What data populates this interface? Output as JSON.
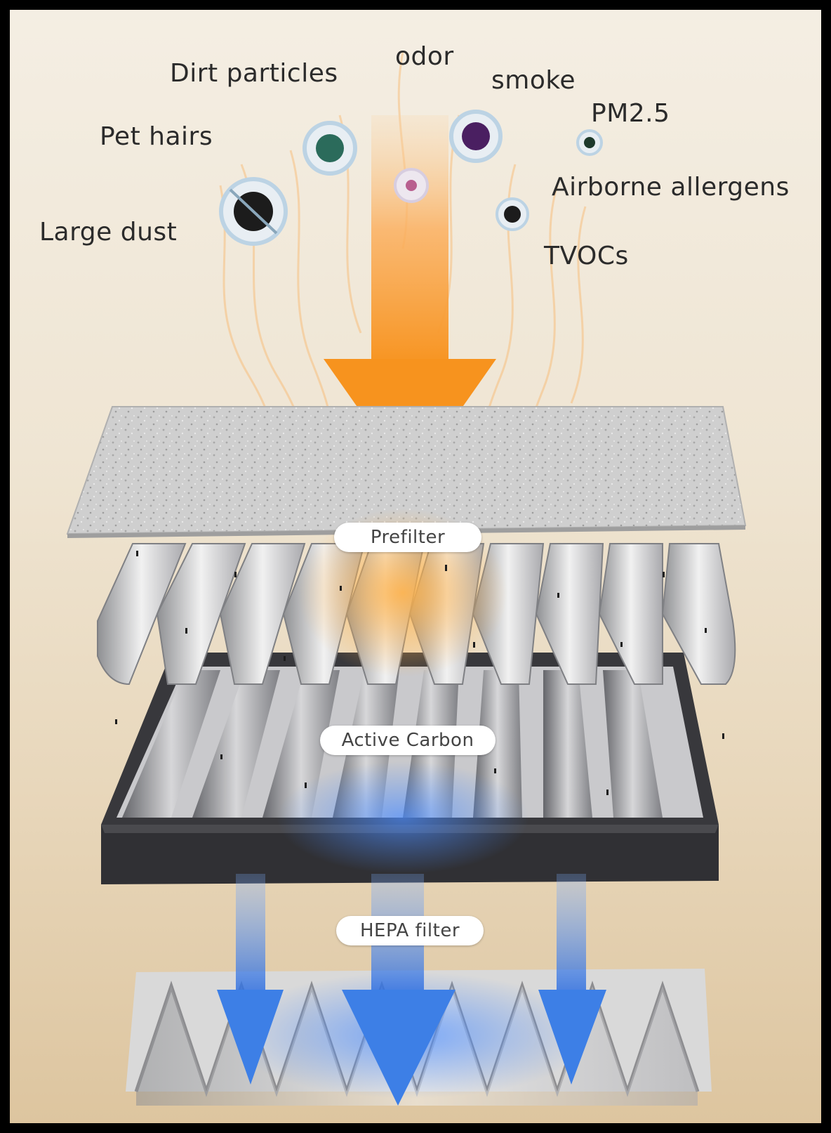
{
  "pollutants": {
    "dirt_particles": "Dirt particles",
    "odor": "odor",
    "smoke": "smoke",
    "pm25": "PM2.5",
    "pet_hairs": "Pet hairs",
    "airborne_allergens": "Airborne allergens",
    "large_dust": "Large dust",
    "tvocs": "TVOCs"
  },
  "layers": {
    "prefilter": "Prefilter",
    "active_carbon": "Active Carbon",
    "hepa": "HEPA filter"
  },
  "colors": {
    "inflow_orange": "#f7931e",
    "outflow_blue": "#3d7fe6",
    "carbon_frame": "#2f2f33",
    "prefilter_gray": "#c9c9c9"
  }
}
